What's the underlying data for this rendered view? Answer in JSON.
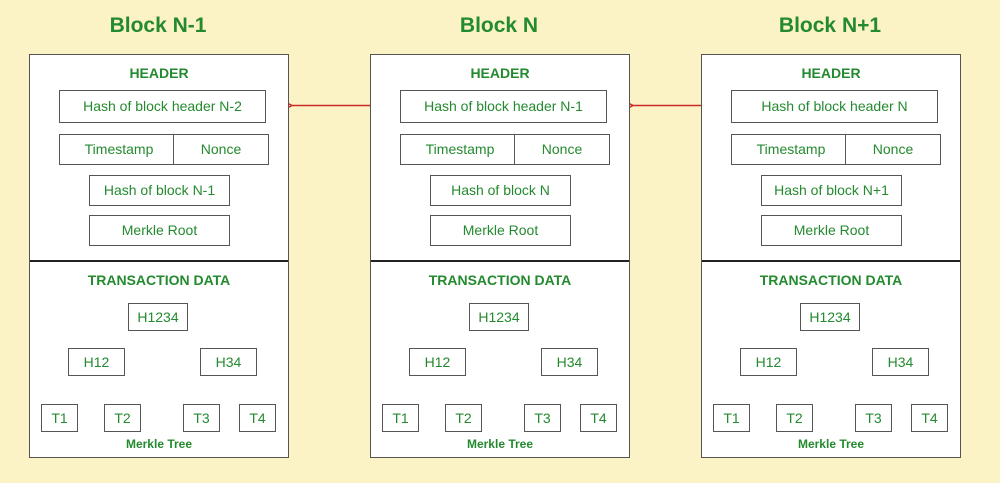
{
  "blocks": [
    {
      "title": "Block N-1",
      "header_label": "HEADER",
      "prev_hash": "Hash of block header N-2",
      "timestamp": "Timestamp",
      "nonce": "Nonce",
      "hash": "Hash of block N-1",
      "merkle_root": "Merkle Root",
      "tx_label": "TRANSACTION DATA",
      "tree": {
        "root": "H1234",
        "left": "H12",
        "right": "H34",
        "leaves": [
          "T1",
          "T2",
          "T3",
          "T4"
        ]
      },
      "caption": "Merkle Tree"
    },
    {
      "title": "Block N",
      "header_label": "HEADER",
      "prev_hash": "Hash of block header N-1",
      "timestamp": "Timestamp",
      "nonce": "Nonce",
      "hash": "Hash of block N",
      "merkle_root": "Merkle Root",
      "tx_label": "TRANSACTION DATA",
      "tree": {
        "root": "H1234",
        "left": "H12",
        "right": "H34",
        "leaves": [
          "T1",
          "T2",
          "T3",
          "T4"
        ]
      },
      "caption": "Merkle Tree"
    },
    {
      "title": "Block N+1",
      "header_label": "HEADER",
      "prev_hash": "Hash of block header N",
      "timestamp": "Timestamp",
      "nonce": "Nonce",
      "hash": "Hash of block N+1",
      "merkle_root": "Merkle Root",
      "tx_label": "TRANSACTION DATA",
      "tree": {
        "root": "H1234",
        "left": "H12",
        "right": "H34",
        "leaves": [
          "T1",
          "T2",
          "T3",
          "T4"
        ]
      },
      "caption": "Merkle Tree"
    }
  ],
  "colors": {
    "background": "#fbf2c5",
    "text": "#248a2f",
    "link_arrow": "#cc2a2a",
    "tree_line": "#222222"
  }
}
